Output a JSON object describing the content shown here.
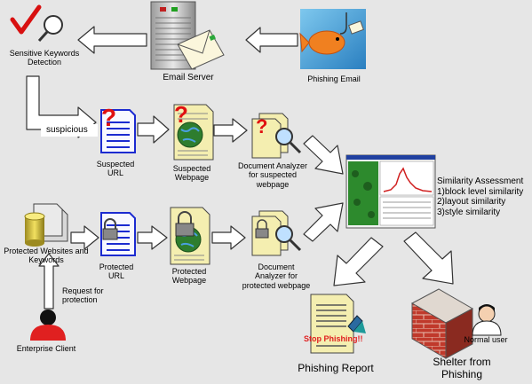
{
  "labels": {
    "sensitive_keywords_line1": "Sensitive Keywords",
    "sensitive_keywords_line2": "Detection",
    "email_server": "Email Server",
    "phishing_email": "Phishing Email",
    "suspicious": "suspicious",
    "suspected_url_line1": "Suspected",
    "suspected_url_line2": "URL",
    "suspected_webpage_line1": "Suspected",
    "suspected_webpage_line2": "Webpage",
    "doc_analyzer_suspected_line1": "Document Analyzer",
    "doc_analyzer_suspected_line2": "for suspected",
    "doc_analyzer_suspected_line3": "webpage",
    "similarity_title": "Similarity Assessment",
    "similarity_item1": "1)block level similarity",
    "similarity_item2": "2)layout similarity",
    "similarity_item3": "3)style similarity",
    "protected_sites_line1": "Protected Websites and",
    "protected_sites_line2": "Keywords",
    "protected_url_line1": "Protected",
    "protected_url_line2": "URL",
    "protected_webpage_line1": "Protected",
    "protected_webpage_line2": "Webpage",
    "doc_analyzer_protected_line1": "Document",
    "doc_analyzer_protected_line2": "Analyzer for",
    "doc_analyzer_protected_line3": "protected webpage",
    "request_line1": "Request for",
    "request_line2": "protection",
    "enterprise_client": "Enterprise Client",
    "stop_phishing": "Stop Phishing!!",
    "phishing_report": "Phishing Report",
    "normal_user": "Normal user",
    "shelter_line1": "Shelter from",
    "shelter_line2": "Phishing"
  },
  "colors": {
    "background": "#e6e6e6",
    "arrow_fill": "#ffffff",
    "arrow_stroke": "#333333",
    "question_red": "#e01010",
    "document_blue": "#1c2bd0",
    "document_yellow": "#f4eeb0",
    "globe_green": "#2e7d2e",
    "brick_red": "#c0392b",
    "stop_red": "#e02020"
  },
  "icons": [
    "checkmark-magnifier-icon",
    "server-icon",
    "envelope-icon",
    "fish-hook-icon",
    "document-question-icon",
    "webpage-question-icon",
    "magnifier-document-icon",
    "database-icon",
    "document-lock-icon",
    "webpage-lock-icon",
    "screenshot-window-icon",
    "person-icon",
    "report-icon",
    "brick-wall-icon",
    "user-icon"
  ]
}
